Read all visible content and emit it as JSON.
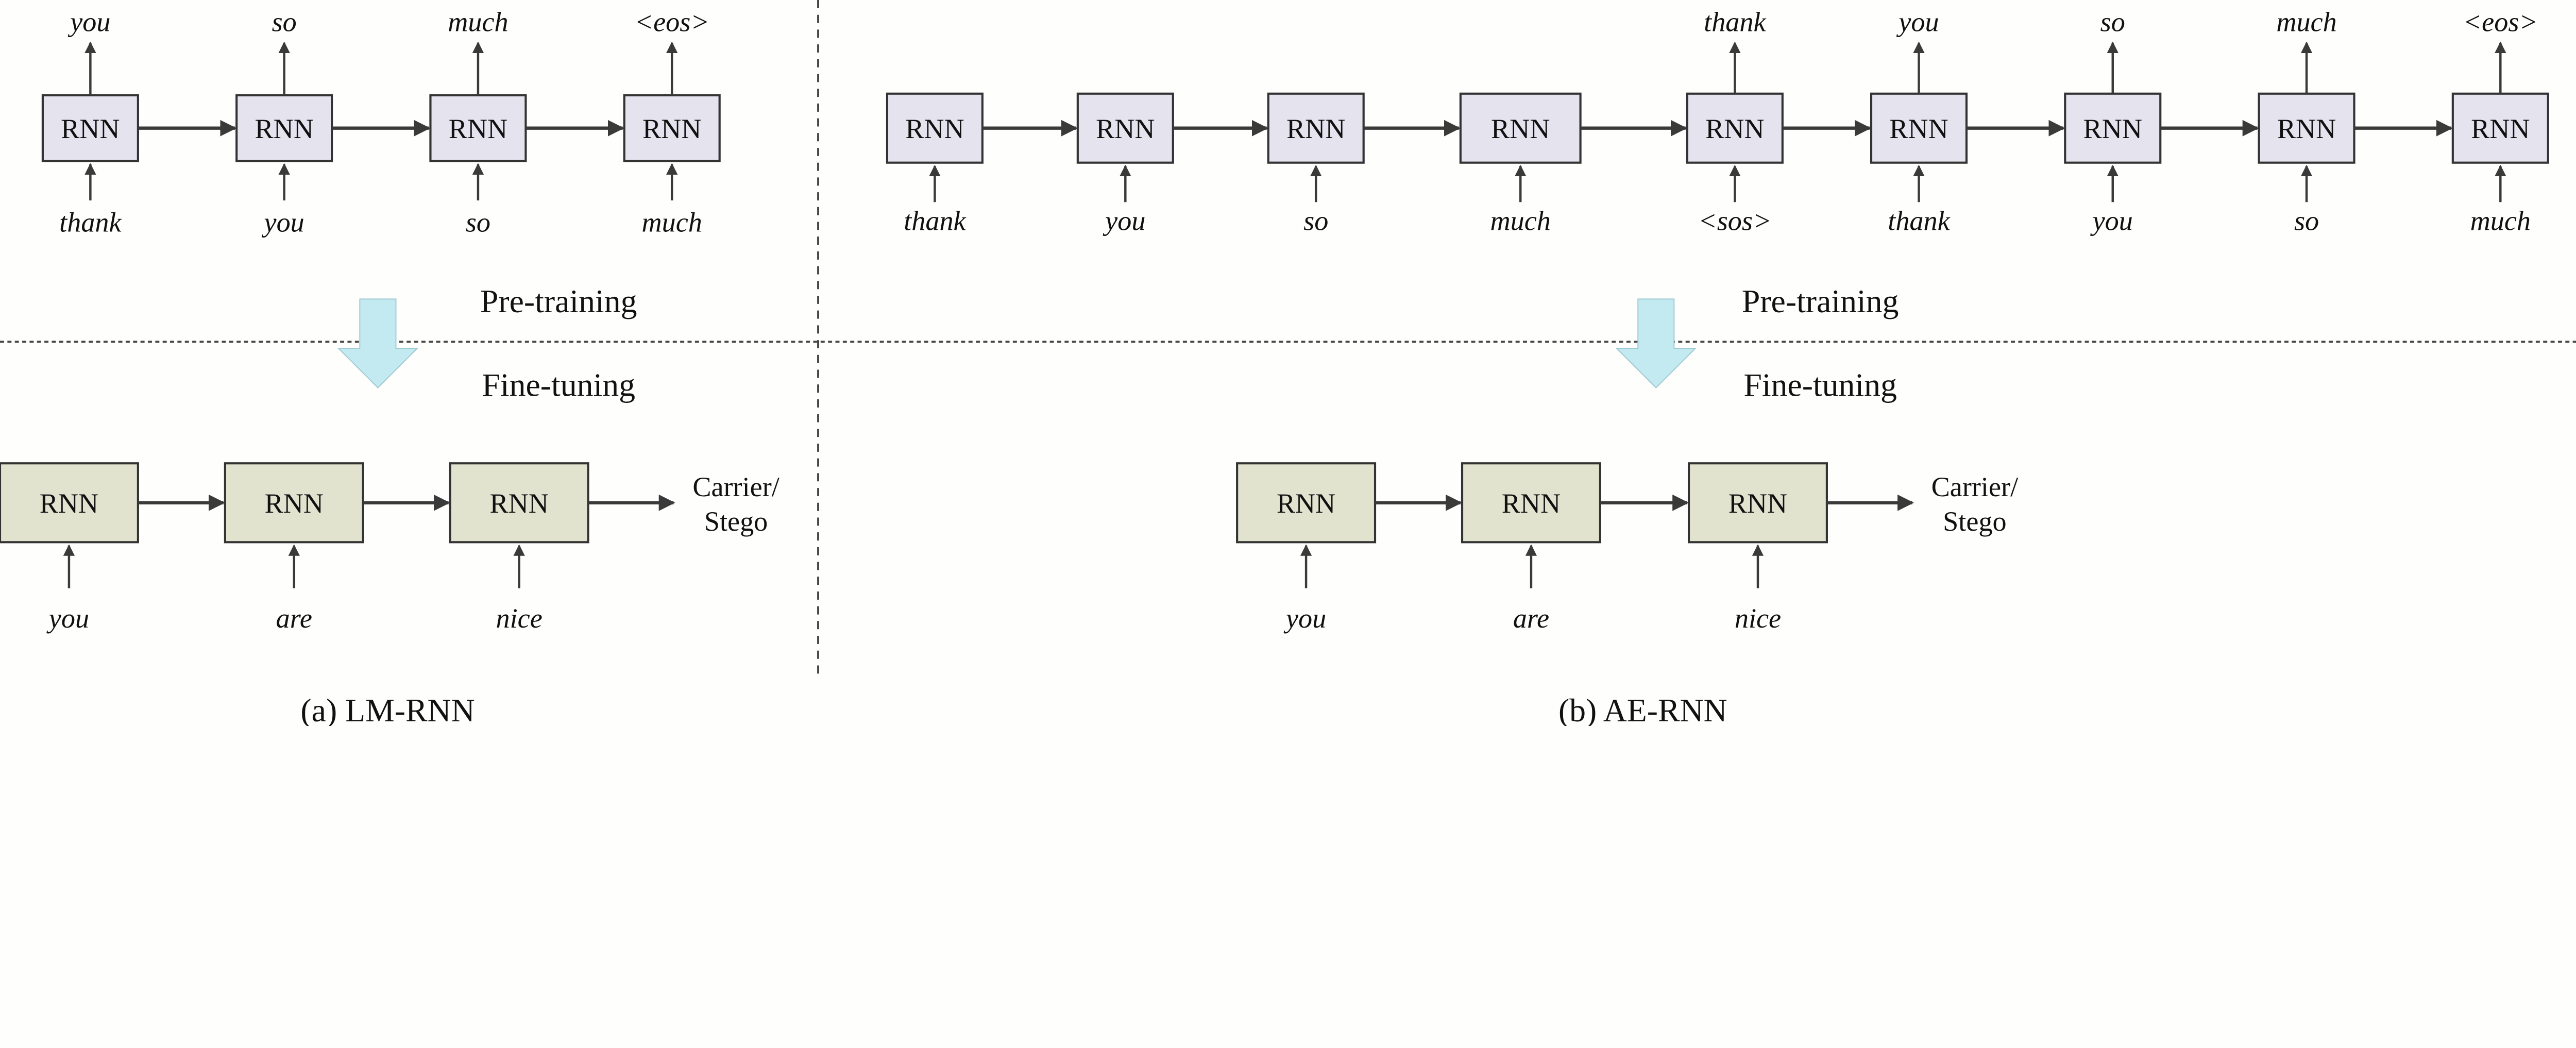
{
  "colors": {
    "pretrain_box": "#e4e3ee",
    "finetune_box": "#e1e3cf",
    "arrow": "#3a3a3a",
    "transition_arrow": "#c3eaf1"
  },
  "box_label": "RNN",
  "stage_labels": {
    "pretraining": "Pre-training",
    "finetuning": "Fine-tuning"
  },
  "output_label": [
    "Carrier/",
    "Stego"
  ],
  "panels": [
    {
      "caption": "(a) LM-RNN",
      "pretraining": {
        "inputs": [
          "thank",
          "you",
          "so",
          "much"
        ],
        "outputs": [
          "you",
          "so",
          "much",
          "<eos>"
        ]
      },
      "finetuning": {
        "inputs": [
          "you",
          "are",
          "nice"
        ]
      }
    },
    {
      "caption": "(b) AE-RNN",
      "pretraining": {
        "encoder_inputs": [
          "thank",
          "you",
          "so",
          "much"
        ],
        "decoder_inputs": [
          "<sos>",
          "thank",
          "you",
          "so",
          "much"
        ],
        "decoder_outputs": [
          "thank",
          "you",
          "so",
          "much",
          "<eos>"
        ]
      },
      "finetuning": {
        "inputs": [
          "you",
          "are",
          "nice"
        ]
      }
    }
  ]
}
